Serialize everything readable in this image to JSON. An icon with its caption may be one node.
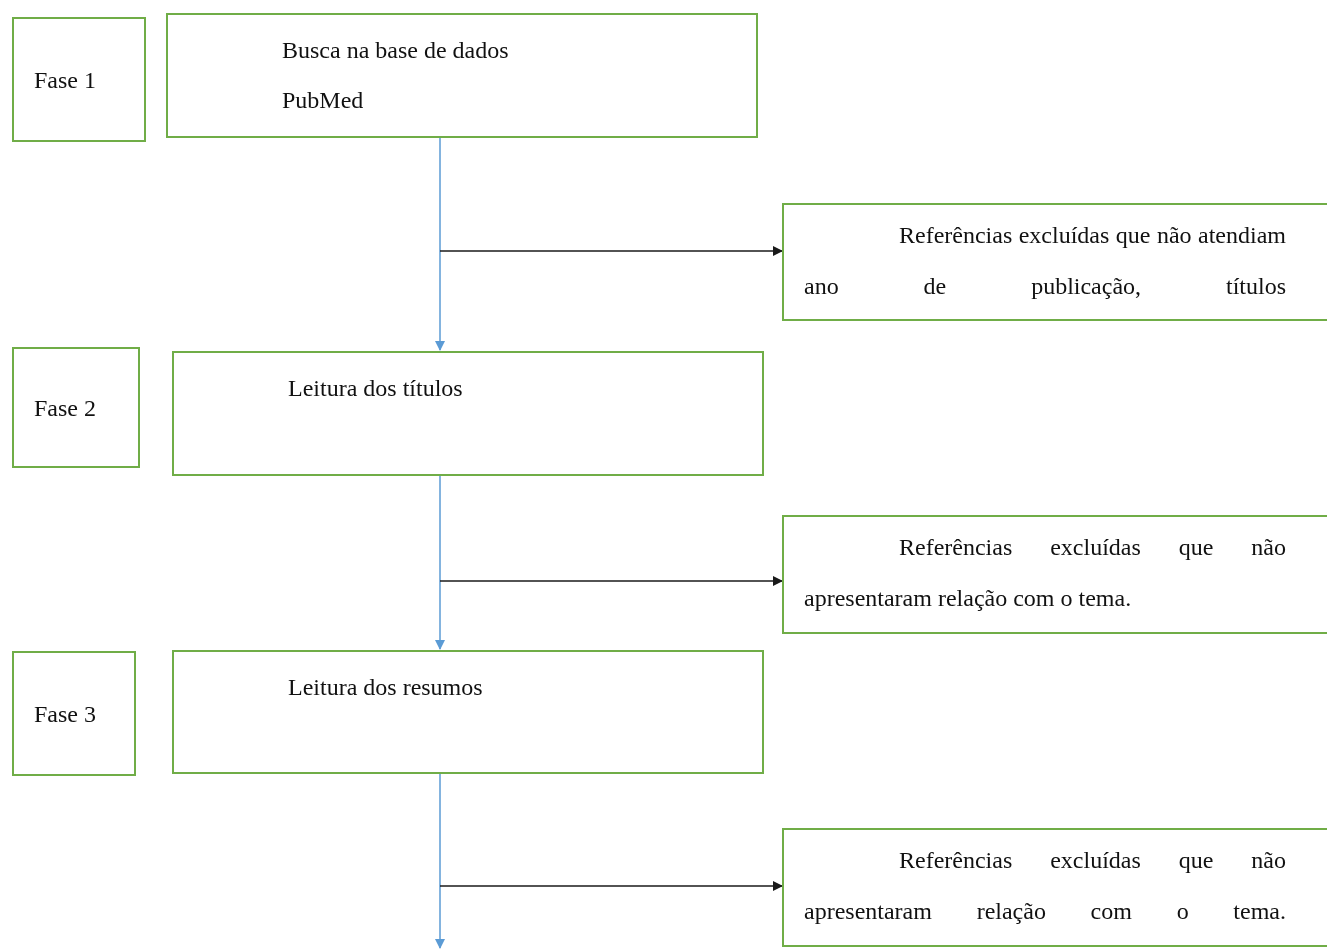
{
  "diagram": {
    "nodes": [
      {
        "text": [
          "Fase 1"
        ]
      },
      {
        "text": [
          "Busca na base de dados PubMed"
        ]
      },
      {
        "text": [
          "Referências excluídas que não atendiam ano de publicação, títulos"
        ]
      },
      {
        "text": [
          "Fase 2"
        ]
      },
      {
        "text": [
          "Leitura dos títulos"
        ]
      },
      {
        "text": [
          "Referências excluídas que não apresentaram relação com o tema."
        ]
      },
      {
        "text": [
          "Fase 3"
        ]
      },
      {
        "text": [
          "Leitura dos resumos"
        ]
      },
      {
        "text": [
          "Referências excluídas que não apresentaram relação com o tema."
        ]
      }
    ],
    "edges": [
      {
        "from": 1,
        "to": 4,
        "arrow": "to",
        "color": "#5b9bd5"
      },
      {
        "from": null,
        "to": 2,
        "arrow": "to",
        "color": "#1a1a1a"
      },
      {
        "from": 4,
        "to": 7,
        "arrow": "to",
        "color": "#5b9bd5"
      },
      {
        "from": null,
        "to": 5,
        "arrow": "to",
        "color": "#1a1a1a"
      },
      {
        "from": 7,
        "to": null,
        "arrow": "to",
        "color": "#5b9bd5"
      },
      {
        "from": null,
        "to": 8,
        "arrow": "to",
        "color": "#1a1a1a"
      }
    ]
  }
}
